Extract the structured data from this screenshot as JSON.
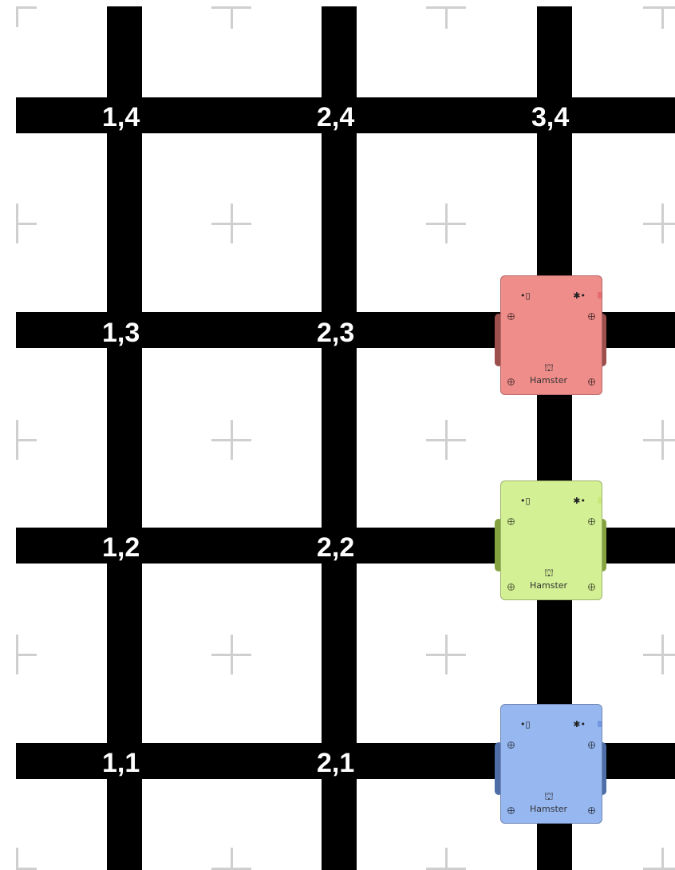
{
  "grid": {
    "labels": {
      "c1r4": "1,4",
      "c2r4": "2,4",
      "c3r4": "3,4",
      "c1r3": "1,3",
      "c2r3": "2,3",
      "c1r2": "1,2",
      "c2r2": "2,2",
      "c1r1": "1,1",
      "c2r1": "2,1"
    }
  },
  "robots": [
    {
      "name": "red",
      "body_color": "#ef8d8a",
      "wheel_color": "#9c4f4c",
      "led_color": "#e56d6d",
      "brand": "Hamster",
      "battery_icon": "battery-icon",
      "bluetooth_icon": "bluetooth-icon",
      "logo_icon": "hamster-logo-icon"
    },
    {
      "name": "green",
      "body_color": "#d3f094",
      "wheel_color": "#84a33e",
      "led_color": "#c9e77a",
      "brand": "Hamster",
      "battery_icon": "battery-icon",
      "bluetooth_icon": "bluetooth-icon",
      "logo_icon": "hamster-logo-icon"
    },
    {
      "name": "blue",
      "body_color": "#96b7f0",
      "wheel_color": "#4d6ea6",
      "led_color": "#7198e0",
      "brand": "Hamster",
      "battery_icon": "battery-icon",
      "bluetooth_icon": "bluetooth-icon",
      "logo_icon": "hamster-logo-icon"
    }
  ],
  "colors": {
    "track": "#000000",
    "background": "#ffffff",
    "marker": "#cfcfcf",
    "label": "#ffffff"
  }
}
